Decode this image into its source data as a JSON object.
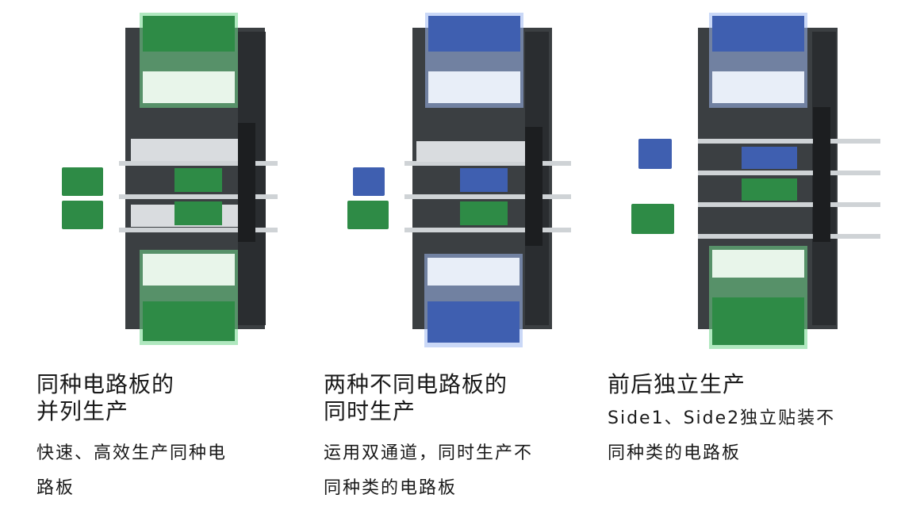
{
  "panels": [
    {
      "title_line1": "同种电路板的",
      "title_line2": "并列生产",
      "desc_line1": "快速、高效生产同种电",
      "desc_line2": "路板",
      "top_feeder": "green",
      "bottom_feeder": "green",
      "lane_boards": [
        "green",
        "green"
      ],
      "incoming_boards": [
        "green",
        "green"
      ]
    },
    {
      "title_line1": "两种不同电路板的",
      "title_line2": "同时生产",
      "desc_line1": "运用双通道，同时生产不",
      "desc_line2": "同种类的电路板",
      "top_feeder": "blue",
      "bottom_feeder": "blue",
      "lane_boards": [
        "blue",
        "green"
      ],
      "incoming_boards": [
        "blue",
        "green"
      ]
    },
    {
      "title_line1": "前后独立生产",
      "title_line2": "",
      "desc_line1": "Side1、Side2独立贴装不",
      "desc_line2": "同种类的电路板",
      "top_feeder": "blue",
      "bottom_feeder": "green",
      "lane_boards": [
        "blue",
        "green"
      ],
      "incoming_boards": [
        "blue",
        "green"
      ]
    }
  ],
  "colors": {
    "green": "#2e8b46",
    "green_glow": "#6fd68a",
    "blue": "#3f5fb0",
    "blue_glow": "#9fb8f0",
    "machine": "#3b3f42",
    "rail": "#cfd3d6"
  }
}
